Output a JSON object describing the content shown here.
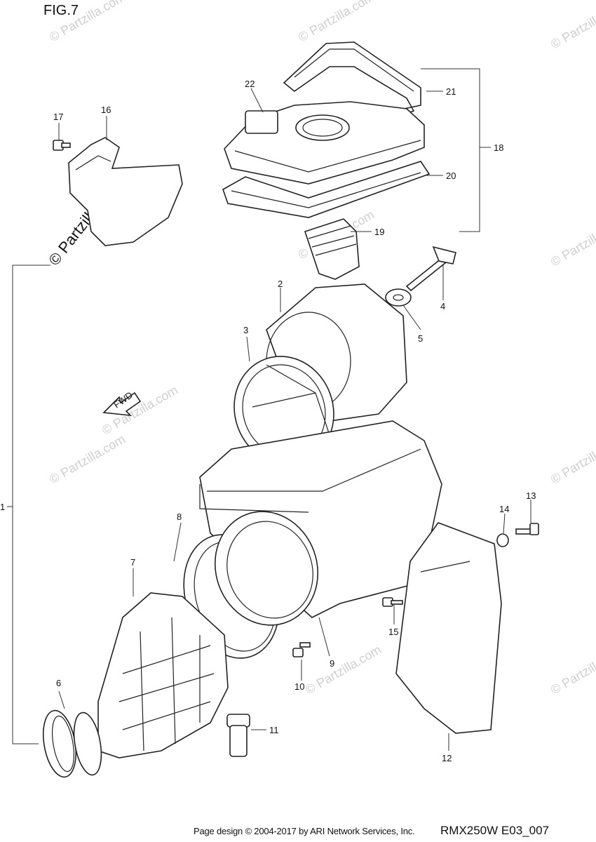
{
  "figure": {
    "title": "FIG.7"
  },
  "watermark": {
    "text": "© Partzilla.com"
  },
  "arrow_label": "FWD",
  "callouts": [
    {
      "id": "1",
      "label": "1"
    },
    {
      "id": "2",
      "label": "2"
    },
    {
      "id": "3",
      "label": "3"
    },
    {
      "id": "4",
      "label": "4"
    },
    {
      "id": "5",
      "label": "5"
    },
    {
      "id": "6",
      "label": "6"
    },
    {
      "id": "7",
      "label": "7"
    },
    {
      "id": "8",
      "label": "8"
    },
    {
      "id": "9",
      "label": "9"
    },
    {
      "id": "10",
      "label": "10"
    },
    {
      "id": "11",
      "label": "11"
    },
    {
      "id": "12",
      "label": "12"
    },
    {
      "id": "13",
      "label": "13"
    },
    {
      "id": "14",
      "label": "14"
    },
    {
      "id": "15",
      "label": "15"
    },
    {
      "id": "16",
      "label": "16"
    },
    {
      "id": "17",
      "label": "17"
    },
    {
      "id": "18",
      "label": "18"
    },
    {
      "id": "19",
      "label": "19"
    },
    {
      "id": "20",
      "label": "20"
    },
    {
      "id": "21",
      "label": "21"
    },
    {
      "id": "22",
      "label": "22"
    }
  ],
  "footer": {
    "copyright": "Page design © 2004-2017 by ARI Network Services, Inc.",
    "code": "RMX250W E03_007"
  }
}
